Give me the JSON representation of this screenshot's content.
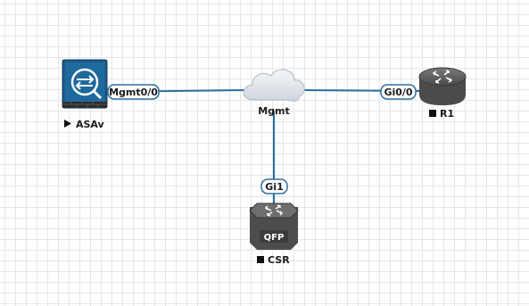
{
  "colors": {
    "link": "#2c6f9e",
    "port_border": "#2c6f9e",
    "port_fill": "#ffffff",
    "device_dark": "#3f3f3f",
    "device_mid": "#6d6d6d",
    "asa_blue": "#1b5c88",
    "cloud_fill": "#dfe4ea",
    "running_indicator": "#111111",
    "stopped_indicator": "#111111"
  },
  "nodes": {
    "asav": {
      "label": "ASAv",
      "state_icon": "play-icon"
    },
    "mgmt": {
      "label": "Mgmt"
    },
    "r1": {
      "label": "R1",
      "state_icon": "stop-icon"
    },
    "csr": {
      "label": "CSR",
      "state_icon": "stop-icon"
    }
  },
  "ports": {
    "asav": "Mgmt0/0",
    "r1": "Gi0/0",
    "csr": "Gi1"
  }
}
